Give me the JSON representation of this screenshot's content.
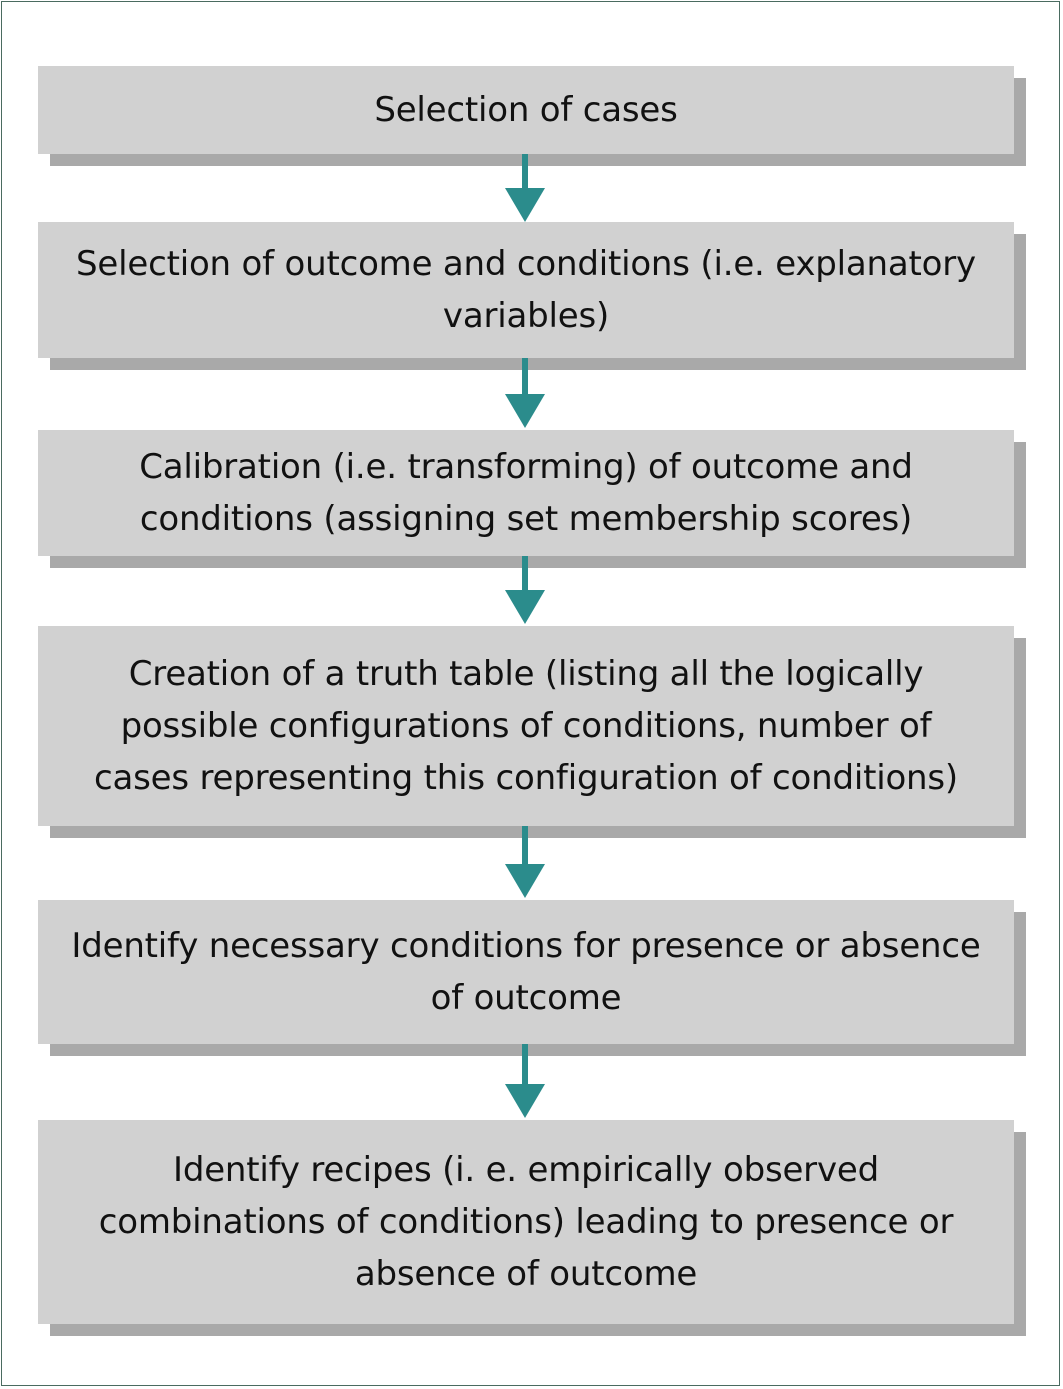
{
  "colors": {
    "box_fill": "#d1d1d1",
    "box_shadow": "#a9a9a9",
    "arrow": "#2b8c8c",
    "frame_border": "#4a6b60"
  },
  "steps": [
    {
      "label": "Selection of cases"
    },
    {
      "label": "Selection of outcome and conditions (i.e. explanatory variables)"
    },
    {
      "label": "Calibration (i.e. transforming) of outcome and conditions (assigning set membership scores)"
    },
    {
      "label": "Creation of a truth table (listing all the logically possible configurations of conditions, number of cases representing this configuration of conditions)"
    },
    {
      "label": "Identify necessary conditions for presence or absence of outcome"
    },
    {
      "label": "Identify recipes (i. e. empirically observed combinations of conditions) leading to presence or absence of outcome"
    }
  ],
  "arrow_icon": "down-arrow-icon"
}
